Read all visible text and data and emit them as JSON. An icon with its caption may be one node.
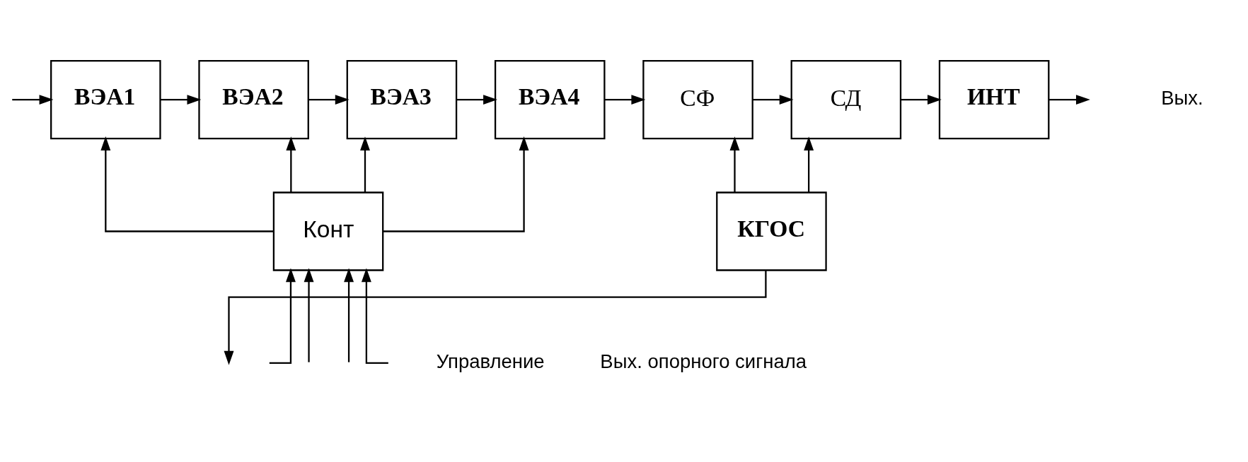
{
  "diagram": {
    "nodes": [
      {
        "text": [
          "ВЭА1"
        ]
      },
      {
        "text": [
          "ВЭА2"
        ]
      },
      {
        "text": [
          "ВЭА3"
        ]
      },
      {
        "text": [
          "ВЭА4"
        ]
      },
      {
        "text": [
          "СФ"
        ]
      },
      {
        "text": [
          "СД"
        ]
      },
      {
        "text": [
          "ИНТ"
        ]
      },
      {
        "text": [
          "Конт"
        ]
      },
      {
        "text": [
          "КГОС"
        ]
      }
    ],
    "edges": [
      {
        "from": null,
        "to": 0,
        "arrow": "to"
      },
      {
        "from": 0,
        "to": 1,
        "arrow": "to"
      },
      {
        "from": 1,
        "to": 2,
        "arrow": "to"
      },
      {
        "from": 2,
        "to": 3,
        "arrow": "to"
      },
      {
        "from": 3,
        "to": 4,
        "arrow": "to"
      },
      {
        "from": 4,
        "to": 5,
        "arrow": "to"
      },
      {
        "from": 5,
        "to": 6,
        "arrow": "to"
      },
      {
        "from": 6,
        "to": null,
        "arrow": "to"
      },
      {
        "from": 7,
        "to": 0,
        "arrow": "to"
      },
      {
        "from": 7,
        "to": 1,
        "arrow": "to"
      },
      {
        "from": 7,
        "to": 2,
        "arrow": "to"
      },
      {
        "from": 7,
        "to": 3,
        "arrow": "to"
      },
      {
        "from": 8,
        "to": 4,
        "arrow": "to"
      },
      {
        "from": 8,
        "to": 5,
        "arrow": "to"
      },
      {
        "from": 8,
        "to": null,
        "arrow": "to"
      },
      {
        "from": null,
        "to": 7,
        "arrow": "to"
      },
      {
        "from": null,
        "to": 7,
        "arrow": "to"
      },
      {
        "from": null,
        "to": 7,
        "arrow": "to"
      },
      {
        "from": null,
        "to": 7,
        "arrow": "to"
      }
    ],
    "labels": [
      "Вых.",
      "Управление",
      "Вых. опорного сигнала"
    ]
  }
}
